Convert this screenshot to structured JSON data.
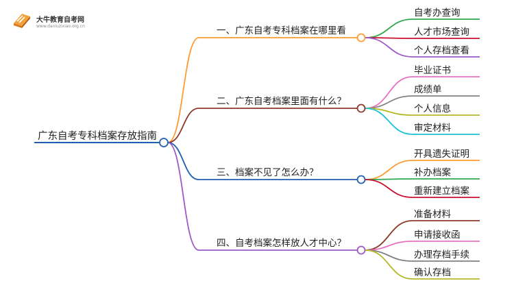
{
  "brand": {
    "name": "大牛教育自考网",
    "url": "www.daniuzixiao.org.cn"
  },
  "mindmap": {
    "root": "广东自考专科档案存放指南",
    "branches": [
      {
        "label": "一、广东自考专科档案在哪里看",
        "color": "#ff9a2e",
        "children": [
          {
            "label": "自考办查询",
            "color": "#2ea84a"
          },
          {
            "label": "人才市场查询",
            "color": "#c8102e"
          },
          {
            "label": "个人存档查看",
            "color": "#9b59c7"
          }
        ]
      },
      {
        "label": "二、广东自考档案里面有什么？",
        "color": "#8b3a2a",
        "children": [
          {
            "label": "毕业证书",
            "color": "#e86fc0"
          },
          {
            "label": "成绩单",
            "color": "#808080"
          },
          {
            "label": "个人信息",
            "color": "#b5b82a"
          },
          {
            "label": "审定材料",
            "color": "#1fc0d8"
          }
        ]
      },
      {
        "label": "三、档案不见了怎么办？",
        "color": "#1f5fb0",
        "children": [
          {
            "label": "开具遗失证明",
            "color": "#ff9a2e"
          },
          {
            "label": "补办档案",
            "color": "#2ea84a"
          },
          {
            "label": "重新建立档案",
            "color": "#c8102e"
          }
        ]
      },
      {
        "label": "四、自考档案怎样放人才中心？",
        "color": "#9b59c7",
        "children": [
          {
            "label": "准备材料",
            "color": "#8b3a2a"
          },
          {
            "label": "申请接收函",
            "color": "#e86fc0"
          },
          {
            "label": "办理存档手续",
            "color": "#808080"
          },
          {
            "label": "确认存档",
            "color": "#b5b82a"
          }
        ]
      }
    ]
  }
}
